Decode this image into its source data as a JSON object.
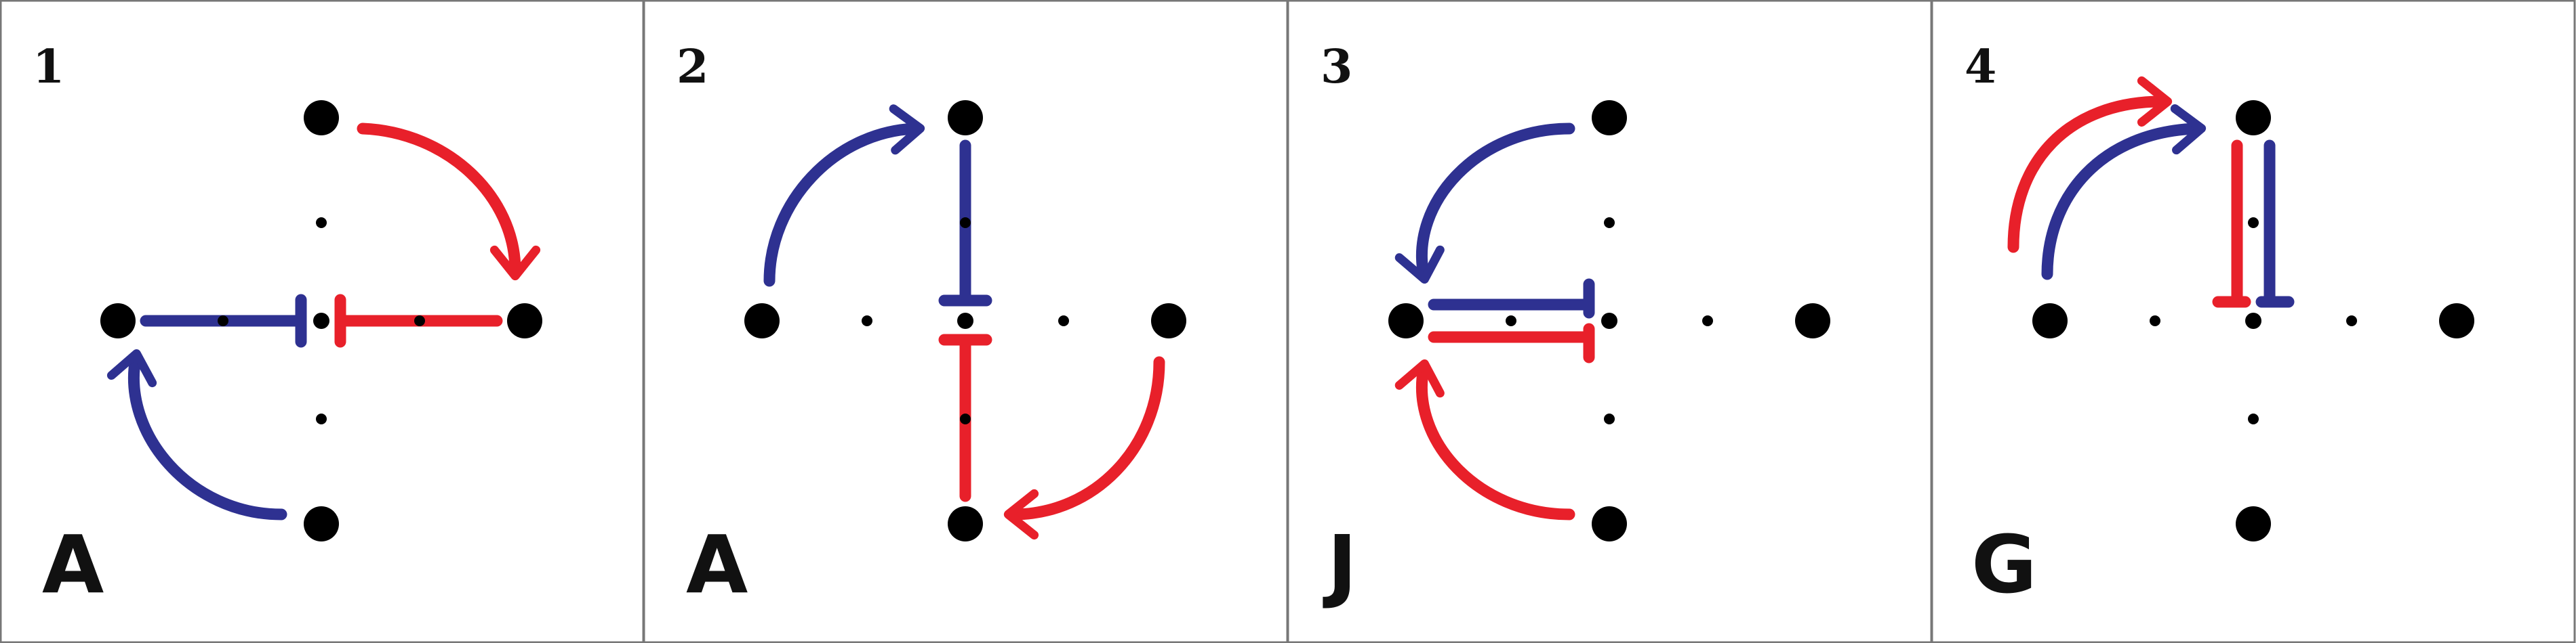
{
  "colors": {
    "red": "#e8202a",
    "blue": "#2e3191",
    "node": "#000000",
    "border": "#777777",
    "background": "#ffffff"
  },
  "panels": [
    {
      "number": "1",
      "letter": "A"
    },
    {
      "number": "2",
      "letter": "A"
    },
    {
      "number": "3",
      "letter": "J"
    },
    {
      "number": "4",
      "letter": "G"
    }
  ]
}
